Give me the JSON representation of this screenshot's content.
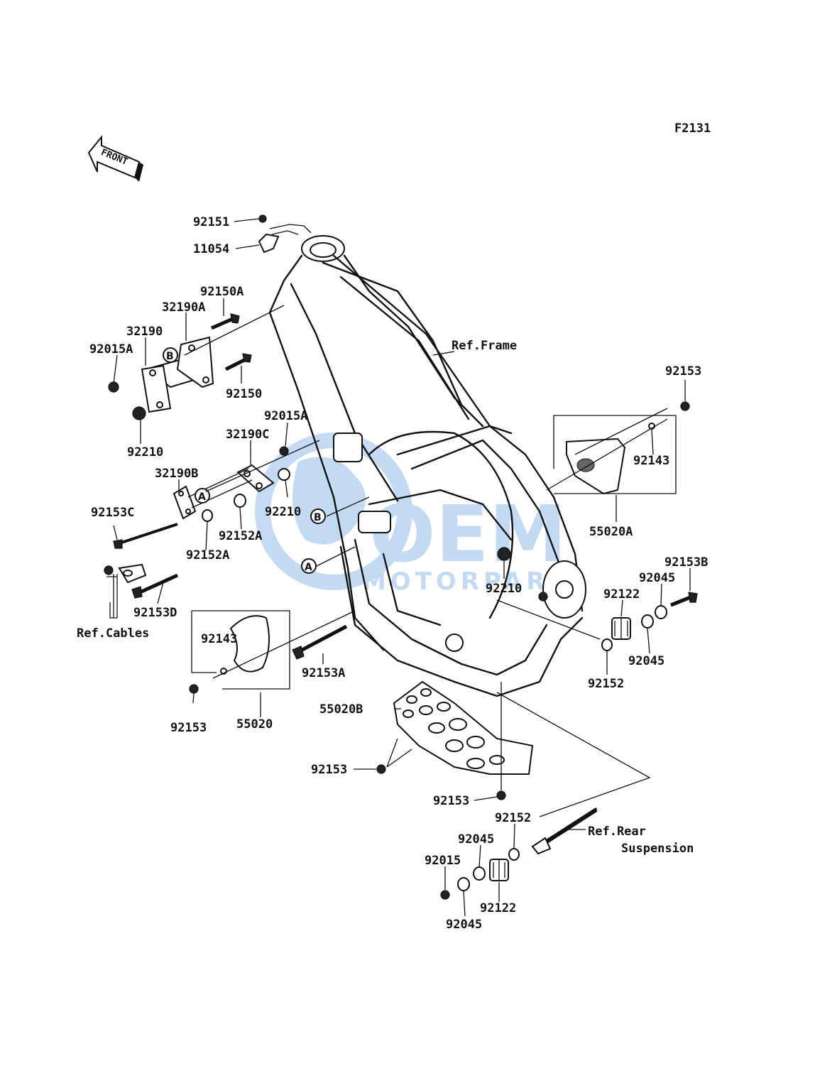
{
  "figure_code": "F2131",
  "front_label": "FRONT",
  "watermark": {
    "line1": "OEM",
    "line2": "MOTORPARTS"
  },
  "refs": {
    "frame": "Ref.Frame",
    "cables": "Ref.Cables",
    "rear_susp_1": "Ref.Rear",
    "rear_susp_2": "Suspension"
  },
  "markers": {
    "a": "A",
    "b": "B"
  },
  "labels": {
    "p92151": "92151",
    "p11054": "11054",
    "p92150A": "92150A",
    "p32190A": "32190A",
    "p32190": "32190",
    "p92015A_1": "92015A",
    "p92150": "92150",
    "p92210_1": "92210",
    "p92015A_2": "92015A",
    "p32190C": "32190C",
    "p32190B": "32190B",
    "p92153C": "92153C",
    "p92210_2": "92210",
    "p92152A_1": "92152A",
    "p92152A_2": "92152A",
    "p92153D": "92153D",
    "p92143_L": "92143",
    "p92153_L": "92153",
    "p55020": "55020",
    "p92153A": "92153A",
    "p92210_3": "92210",
    "p92153_R": "92153",
    "p92143_R": "92143",
    "p55020A": "55020A",
    "p92153B": "92153B",
    "p92045_1": "92045",
    "p92122_1": "92122",
    "p92045_2": "92045",
    "p92152_1": "92152",
    "p55020B": "55020B",
    "p92153_B1": "92153",
    "p92153_B2": "92153",
    "p92152_2": "92152",
    "p92045_3": "92045",
    "p92015": "92015",
    "p92122_2": "92122",
    "p92045_4": "92045"
  }
}
